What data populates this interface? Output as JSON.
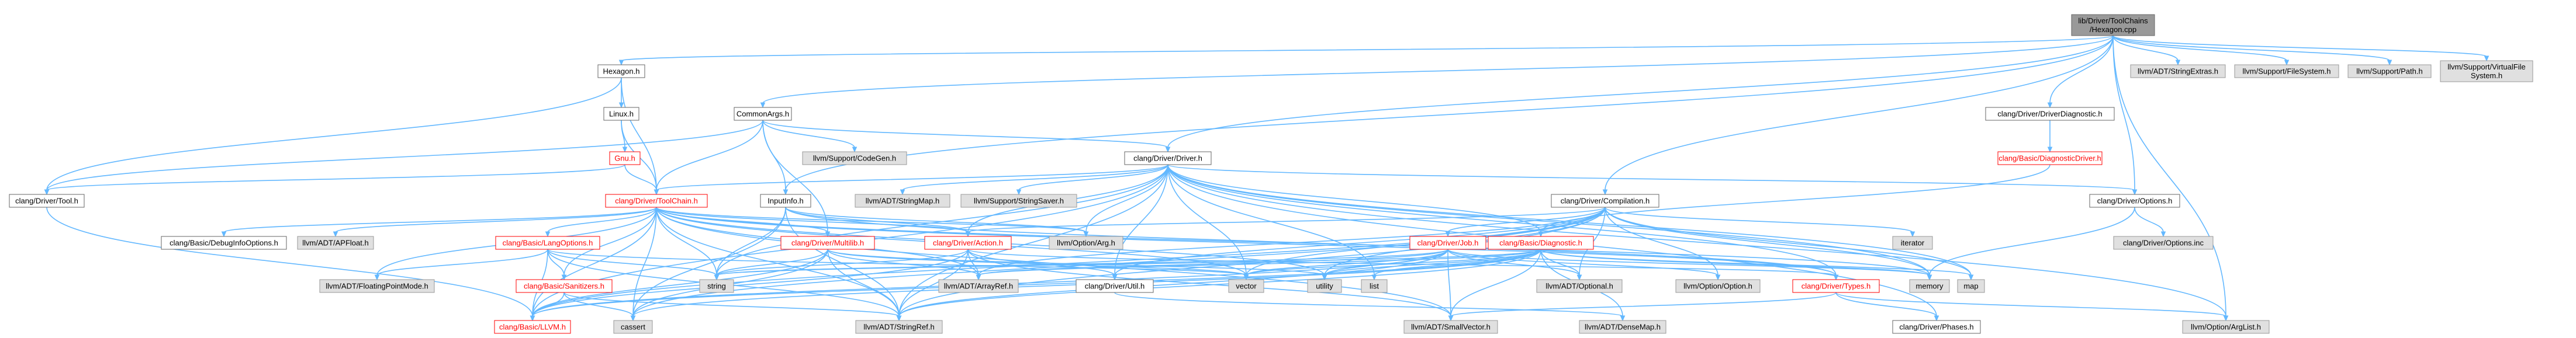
{
  "colors": {
    "edge": "#63b8ff",
    "node_fill": "#ffffff",
    "node_stroke": "#666666",
    "node_text": "#000000",
    "external_fill": "#e0e0e0",
    "external_stroke": "#999999",
    "external_text": "#000000",
    "red_stroke": "#ff0000",
    "red_text": "#ff0000",
    "root_fill": "#999999",
    "root_stroke": "#666666",
    "root_text": "#000000"
  },
  "nodes": [
    {
      "id": "root",
      "label": [
        "lib/Driver/ToolChains",
        "/Hexagon.cpp"
      ],
      "style": "root"
    },
    {
      "id": "hexagon_h",
      "label": [
        "Hexagon.h"
      ],
      "style": "normal"
    },
    {
      "id": "linux_h",
      "label": [
        "Linux.h"
      ],
      "style": "normal"
    },
    {
      "id": "gnu_h",
      "label": [
        "Gnu.h"
      ],
      "style": "red"
    },
    {
      "id": "tool_h",
      "label": [
        "clang/Driver/Tool.h"
      ],
      "style": "normal"
    },
    {
      "id": "toolchain_h",
      "label": [
        "clang/Driver/ToolChain.h"
      ],
      "style": "red"
    },
    {
      "id": "commonargs_h",
      "label": [
        "CommonArgs.h"
      ],
      "style": "normal"
    },
    {
      "id": "codegen_h",
      "label": [
        "llvm/Support/CodeGen.h"
      ],
      "style": "external"
    },
    {
      "id": "driver_h",
      "label": [
        "clang/Driver/Driver.h"
      ],
      "style": "normal"
    },
    {
      "id": "inputinfo_h",
      "label": [
        "InputInfo.h"
      ],
      "style": "normal"
    },
    {
      "id": "stringmap_h",
      "label": [
        "llvm/ADT/StringMap.h"
      ],
      "style": "external"
    },
    {
      "id": "stringsaver_h",
      "label": [
        "llvm/Support/StringSaver.h"
      ],
      "style": "external"
    },
    {
      "id": "compilation_h",
      "label": [
        "clang/Driver/Compilation.h"
      ],
      "style": "normal"
    },
    {
      "id": "driverdiag_h",
      "label": [
        "clang/Driver/DriverDiagnostic.h"
      ],
      "style": "normal"
    },
    {
      "id": "diagdriver_h",
      "label": [
        "clang/Basic/DiagnosticDriver.h"
      ],
      "style": "red"
    },
    {
      "id": "options_h",
      "label": [
        "clang/Driver/Options.h"
      ],
      "style": "normal"
    },
    {
      "id": "options_inc",
      "label": [
        "clang/Driver/Options.inc"
      ],
      "style": "external"
    },
    {
      "id": "stringextras_h",
      "label": [
        "llvm/ADT/StringExtras.h"
      ],
      "style": "external"
    },
    {
      "id": "filesystem_h",
      "label": [
        "llvm/Support/FileSystem.h"
      ],
      "style": "external"
    },
    {
      "id": "path_h",
      "label": [
        "llvm/Support/Path.h"
      ],
      "style": "external"
    },
    {
      "id": "vfs_h",
      "label": [
        "llvm/Support/VirtualFile",
        "System.h"
      ],
      "style": "external"
    },
    {
      "id": "debuginfo_h",
      "label": [
        "clang/Basic/DebugInfoOptions.h"
      ],
      "style": "normal"
    },
    {
      "id": "apfloat_h",
      "label": [
        "llvm/ADT/APFloat.h"
      ],
      "style": "external"
    },
    {
      "id": "langoptions_h",
      "label": [
        "clang/Basic/LangOptions.h"
      ],
      "style": "red"
    },
    {
      "id": "multilib_h",
      "label": [
        "clang/Driver/Multilib.h"
      ],
      "style": "red"
    },
    {
      "id": "action_h",
      "label": [
        "clang/Driver/Action.h"
      ],
      "style": "red"
    },
    {
      "id": "optionarg_h",
      "label": [
        "llvm/Option/Arg.h"
      ],
      "style": "external"
    },
    {
      "id": "fpmode_h",
      "label": [
        "llvm/ADT/FloatingPointMode.h"
      ],
      "style": "external"
    },
    {
      "id": "sanitizers_h",
      "label": [
        "clang/Basic/Sanitizers.h"
      ],
      "style": "red"
    },
    {
      "id": "string",
      "label": [
        "string"
      ],
      "style": "external"
    },
    {
      "id": "arrayref_h",
      "label": [
        "llvm/ADT/ArrayRef.h"
      ],
      "style": "external"
    },
    {
      "id": "util_h",
      "label": [
        "clang/Driver/Util.h"
      ],
      "style": "normal"
    },
    {
      "id": "job_h",
      "label": [
        "clang/Driver/Job.h"
      ],
      "style": "red"
    },
    {
      "id": "diagnostic_h",
      "label": [
        "clang/Basic/Diagnostic.h"
      ],
      "style": "red"
    },
    {
      "id": "vector",
      "label": [
        "vector"
      ],
      "style": "external"
    },
    {
      "id": "utility",
      "label": [
        "utility"
      ],
      "style": "external"
    },
    {
      "id": "list",
      "label": [
        "list"
      ],
      "style": "external"
    },
    {
      "id": "optional_h",
      "label": [
        "llvm/ADT/Optional.h"
      ],
      "style": "external"
    },
    {
      "id": "option_h",
      "label": [
        "llvm/Option/Option.h"
      ],
      "style": "external"
    },
    {
      "id": "types_h",
      "label": [
        "clang/Driver/Types.h"
      ],
      "style": "red"
    },
    {
      "id": "iterator",
      "label": [
        "iterator"
      ],
      "style": "external"
    },
    {
      "id": "memory",
      "label": [
        "memory"
      ],
      "style": "external"
    },
    {
      "id": "map",
      "label": [
        "map"
      ],
      "style": "external"
    },
    {
      "id": "llvm_h",
      "label": [
        "clang/Basic/LLVM.h"
      ],
      "style": "red"
    },
    {
      "id": "cassert",
      "label": [
        "cassert"
      ],
      "style": "external"
    },
    {
      "id": "stringref_h",
      "label": [
        "llvm/ADT/StringRef.h"
      ],
      "style": "external"
    },
    {
      "id": "smallvector_h",
      "label": [
        "llvm/ADT/SmallVector.h"
      ],
      "style": "external"
    },
    {
      "id": "densemap_h",
      "label": [
        "llvm/ADT/DenseMap.h"
      ],
      "style": "external"
    },
    {
      "id": "phases_h",
      "label": [
        "clang/Driver/Phases.h"
      ],
      "style": "normal"
    },
    {
      "id": "arglist_h",
      "label": [
        "llvm/Option/ArgList.h"
      ],
      "style": "external"
    }
  ],
  "edges": [
    [
      "root",
      "hexagon_h"
    ],
    [
      "root",
      "commonargs_h"
    ],
    [
      "root",
      "driver_h"
    ],
    [
      "root",
      "compilation_h"
    ],
    [
      "root",
      "driverdiag_h"
    ],
    [
      "root",
      "options_h"
    ],
    [
      "root",
      "stringextras_h"
    ],
    [
      "root",
      "filesystem_h"
    ],
    [
      "root",
      "path_h"
    ],
    [
      "root",
      "vfs_h"
    ],
    [
      "root",
      "inputinfo_h"
    ],
    [
      "root",
      "arglist_h"
    ],
    [
      "hexagon_h",
      "linux_h"
    ],
    [
      "hexagon_h",
      "tool_h"
    ],
    [
      "hexagon_h",
      "toolchain_h"
    ],
    [
      "linux_h",
      "gnu_h"
    ],
    [
      "linux_h",
      "toolchain_h"
    ],
    [
      "gnu_h",
      "tool_h"
    ],
    [
      "gnu_h",
      "toolchain_h"
    ],
    [
      "tool_h",
      "llvm_h"
    ],
    [
      "commonargs_h",
      "codegen_h"
    ],
    [
      "commonargs_h",
      "driver_h"
    ],
    [
      "commonargs_h",
      "inputinfo_h"
    ],
    [
      "commonargs_h",
      "toolchain_h"
    ],
    [
      "commonargs_h",
      "multilib_h"
    ],
    [
      "commonargs_h",
      "tool_h"
    ],
    [
      "driver_h",
      "toolchain_h"
    ],
    [
      "driver_h",
      "stringmap_h"
    ],
    [
      "driver_h",
      "stringsaver_h"
    ],
    [
      "driver_h",
      "options_h"
    ],
    [
      "driver_h",
      "action_h"
    ],
    [
      "driver_h",
      "diagnostic_h"
    ],
    [
      "driver_h",
      "phases_h"
    ],
    [
      "driver_h",
      "types_h"
    ],
    [
      "driver_h",
      "util_h"
    ],
    [
      "driver_h",
      "optionarg_h"
    ],
    [
      "driver_h",
      "arglist_h"
    ],
    [
      "driver_h",
      "string"
    ],
    [
      "driver_h",
      "list"
    ],
    [
      "driver_h",
      "map"
    ],
    [
      "driver_h",
      "vector"
    ],
    [
      "driver_h",
      "memory"
    ],
    [
      "driver_h",
      "llvm_h"
    ],
    [
      "driver_h",
      "stringref_h"
    ],
    [
      "inputinfo_h",
      "action_h"
    ],
    [
      "inputinfo_h",
      "types_h"
    ],
    [
      "inputinfo_h",
      "optionarg_h"
    ],
    [
      "inputinfo_h",
      "cassert"
    ],
    [
      "inputinfo_h",
      "string"
    ],
    [
      "toolchain_h",
      "debuginfo_h"
    ],
    [
      "toolchain_h",
      "apfloat_h"
    ],
    [
      "toolchain_h",
      "langoptions_h"
    ],
    [
      "toolchain_h",
      "multilib_h"
    ],
    [
      "toolchain_h",
      "action_h"
    ],
    [
      "toolchain_h",
      "optionarg_h"
    ],
    [
      "toolchain_h",
      "fpmode_h"
    ],
    [
      "toolchain_h",
      "sanitizers_h"
    ],
    [
      "toolchain_h",
      "string"
    ],
    [
      "toolchain_h",
      "arrayref_h"
    ],
    [
      "toolchain_h",
      "llvm_h"
    ],
    [
      "toolchain_h",
      "cassert"
    ],
    [
      "toolchain_h",
      "stringref_h"
    ],
    [
      "toolchain_h",
      "vector"
    ],
    [
      "toolchain_h",
      "types_h"
    ],
    [
      "toolchain_h",
      "smallvector_h"
    ],
    [
      "toolchain_h",
      "memory"
    ],
    [
      "toolchain_h",
      "utility"
    ],
    [
      "langoptions_h",
      "fpmode_h"
    ],
    [
      "langoptions_h",
      "sanitizers_h"
    ],
    [
      "langoptions_h",
      "llvm_h"
    ],
    [
      "langoptions_h",
      "string"
    ],
    [
      "langoptions_h",
      "vector"
    ],
    [
      "langoptions_h",
      "stringref_h"
    ],
    [
      "sanitizers_h",
      "llvm_h"
    ],
    [
      "sanitizers_h",
      "cassert"
    ],
    [
      "sanitizers_h",
      "stringref_h"
    ],
    [
      "multilib_h",
      "llvm_h"
    ],
    [
      "multilib_h",
      "arrayref_h"
    ],
    [
      "multilib_h",
      "stringref_h"
    ],
    [
      "multilib_h",
      "cassert"
    ],
    [
      "multilib_h",
      "string"
    ],
    [
      "multilib_h",
      "utility"
    ],
    [
      "multilib_h",
      "vector"
    ],
    [
      "action_h",
      "llvm_h"
    ],
    [
      "action_h",
      "types_h"
    ],
    [
      "action_h",
      "util_h"
    ],
    [
      "action_h",
      "arrayref_h"
    ],
    [
      "action_h",
      "stringref_h"
    ],
    [
      "action_h",
      "smallvector_h"
    ],
    [
      "action_h",
      "string"
    ],
    [
      "util_h",
      "densemap_h"
    ],
    [
      "compilation_h",
      "action_h"
    ],
    [
      "compilation_h",
      "job_h"
    ],
    [
      "compilation_h",
      "util_h"
    ],
    [
      "compilation_h",
      "arrayref_h"
    ],
    [
      "compilation_h",
      "optional_h"
    ],
    [
      "compilation_h",
      "option_h"
    ],
    [
      "compilation_h",
      "cassert"
    ],
    [
      "compilation_h",
      "iterator"
    ],
    [
      "compilation_h",
      "map"
    ],
    [
      "compilation_h",
      "memory"
    ],
    [
      "compilation_h",
      "utility"
    ],
    [
      "compilation_h",
      "vector"
    ],
    [
      "compilation_h",
      "stringref_h"
    ],
    [
      "compilation_h",
      "llvm_h"
    ],
    [
      "job_h",
      "llvm_h"
    ],
    [
      "job_h",
      "arrayref_h"
    ],
    [
      "job_h",
      "optional_h"
    ],
    [
      "job_h",
      "smallvector_h"
    ],
    [
      "job_h",
      "stringref_h"
    ],
    [
      "job_h",
      "option_h"
    ],
    [
      "job_h",
      "string"
    ],
    [
      "job_h",
      "utility"
    ],
    [
      "job_h",
      "vector"
    ],
    [
      "job_h",
      "memory"
    ],
    [
      "driverdiag_h",
      "diagdriver_h"
    ],
    [
      "diagdriver_h",
      "diagnostic_h"
    ],
    [
      "diagnostic_h",
      "llvm_h"
    ],
    [
      "diagnostic_h",
      "arrayref_h"
    ],
    [
      "diagnostic_h",
      "densemap_h"
    ],
    [
      "diagnostic_h",
      "optional_h"
    ],
    [
      "diagnostic_h",
      "smallvector_h"
    ],
    [
      "diagnostic_h",
      "stringref_h"
    ],
    [
      "diagnostic_h",
      "cassert"
    ],
    [
      "diagnostic_h",
      "list"
    ],
    [
      "diagnostic_h",
      "map"
    ],
    [
      "diagnostic_h",
      "memory"
    ],
    [
      "diagnostic_h",
      "string"
    ],
    [
      "diagnostic_h",
      "utility"
    ],
    [
      "diagnostic_h",
      "vector"
    ],
    [
      "options_h",
      "options_inc"
    ],
    [
      "options_h",
      "memory"
    ],
    [
      "types_h",
      "phases_h"
    ],
    [
      "types_h",
      "smallvector_h"
    ],
    [
      "types_h",
      "arglist_h"
    ],
    [
      "inputinfo_h",
      "stringref_h"
    ]
  ]
}
